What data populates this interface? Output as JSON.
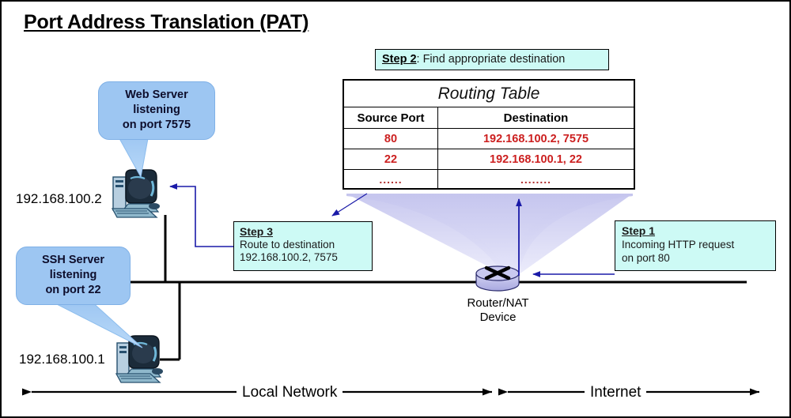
{
  "title": "Port Address Translation (PAT)",
  "colors": {
    "bubble_fill": "#9dc6f2",
    "step_fill": "#cdfaf5",
    "table_text_red": "#cc2020",
    "arrow_blue": "#1a1aa8",
    "funnel_fill": "#c9c9f0",
    "router_fill": "#b9b9ea"
  },
  "callouts": [
    {
      "id": "web-server",
      "lines": [
        "Web Server",
        "listening",
        "on port 7575"
      ]
    },
    {
      "id": "ssh-server",
      "lines": [
        "SSH Server",
        "listening",
        "on port 22"
      ]
    }
  ],
  "hosts": [
    {
      "id": "host-web",
      "ip": "192.168.100.2"
    },
    {
      "id": "host-ssh",
      "ip": "192.168.100.1"
    }
  ],
  "steps": {
    "step1": {
      "label": "Step 1",
      "line1": "Incoming HTTP request",
      "line2": "on port 80"
    },
    "step2": {
      "label": "Step 2",
      "text": ": Find appropriate destination"
    },
    "step3": {
      "label": "Step 3",
      "line1": "Route to destination",
      "line2": "192.168.100.2, 7575"
    }
  },
  "routing_table": {
    "title": "Routing Table",
    "columns": [
      "Source Port",
      "Destination"
    ],
    "rows": [
      [
        "80",
        "192.168.100.2, 7575"
      ],
      [
        "22",
        "192.168.100.1, 22"
      ],
      [
        "......",
        "........"
      ]
    ]
  },
  "router": {
    "line1": "Router/NAT",
    "line2": "Device"
  },
  "bands": [
    {
      "id": "local-network",
      "label": "Local Network"
    },
    {
      "id": "internet",
      "label": "Internet"
    }
  ]
}
